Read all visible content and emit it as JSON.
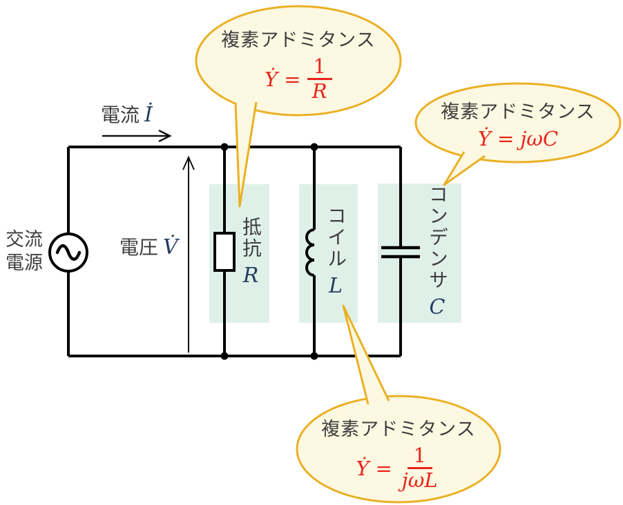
{
  "colors": {
    "bubble-border": "#eab024",
    "bubble-fill": "#fdf8e1",
    "formula-red": "#e8251c",
    "highlight-mint": "#dff0e9",
    "text-dark": "#3d3d3d",
    "math-navy": "#253c5e",
    "circuit-black": "#000000"
  },
  "circuit": {
    "source_label": "交流\n電源",
    "current_label": "電流",
    "current_symbol": "İ",
    "voltage_label": "電圧",
    "voltage_symbol": "V̇",
    "resistor_label": "抵抗",
    "resistor_symbol": "R",
    "inductor_label": "コイル",
    "inductor_symbol": "L",
    "capacitor_label": "コンデンサ",
    "capacitor_symbol": "C"
  },
  "bubbles": {
    "resistor": {
      "title": "複素アドミタンス",
      "lhs": "Ẏ",
      "eq": "=",
      "num": "1",
      "den": "R"
    },
    "capacitor": {
      "title": "複素アドミタンス",
      "lhs": "Ẏ",
      "eq": "=",
      "rhs": "jωC"
    },
    "inductor": {
      "title": "複素アドミタンス",
      "lhs": "Ẏ",
      "eq": "=",
      "num": "1",
      "den": "jωL"
    }
  }
}
